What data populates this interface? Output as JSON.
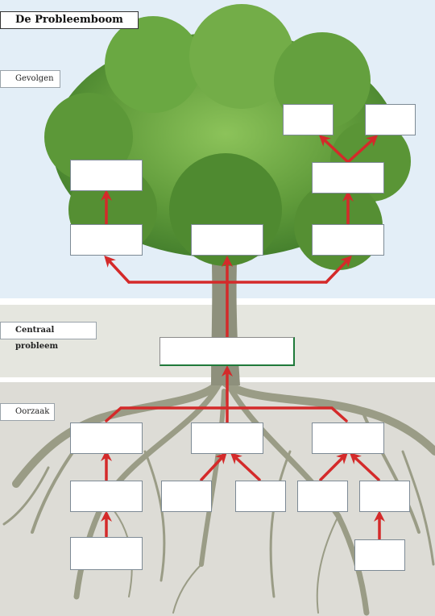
{
  "title": "De Probleemboom",
  "sections": {
    "gevolgen": "Gevolgen",
    "centraal_probleem": "Centraal probleem",
    "oorzaak": "Oorzaak"
  },
  "colors": {
    "sky": "#e3eef7",
    "ground": "#dddcd6",
    "arrow": "#d42a2a",
    "foliage": "#5e9a3a",
    "roots": "#9a9c86",
    "central_accent": "#1f7a3a"
  }
}
